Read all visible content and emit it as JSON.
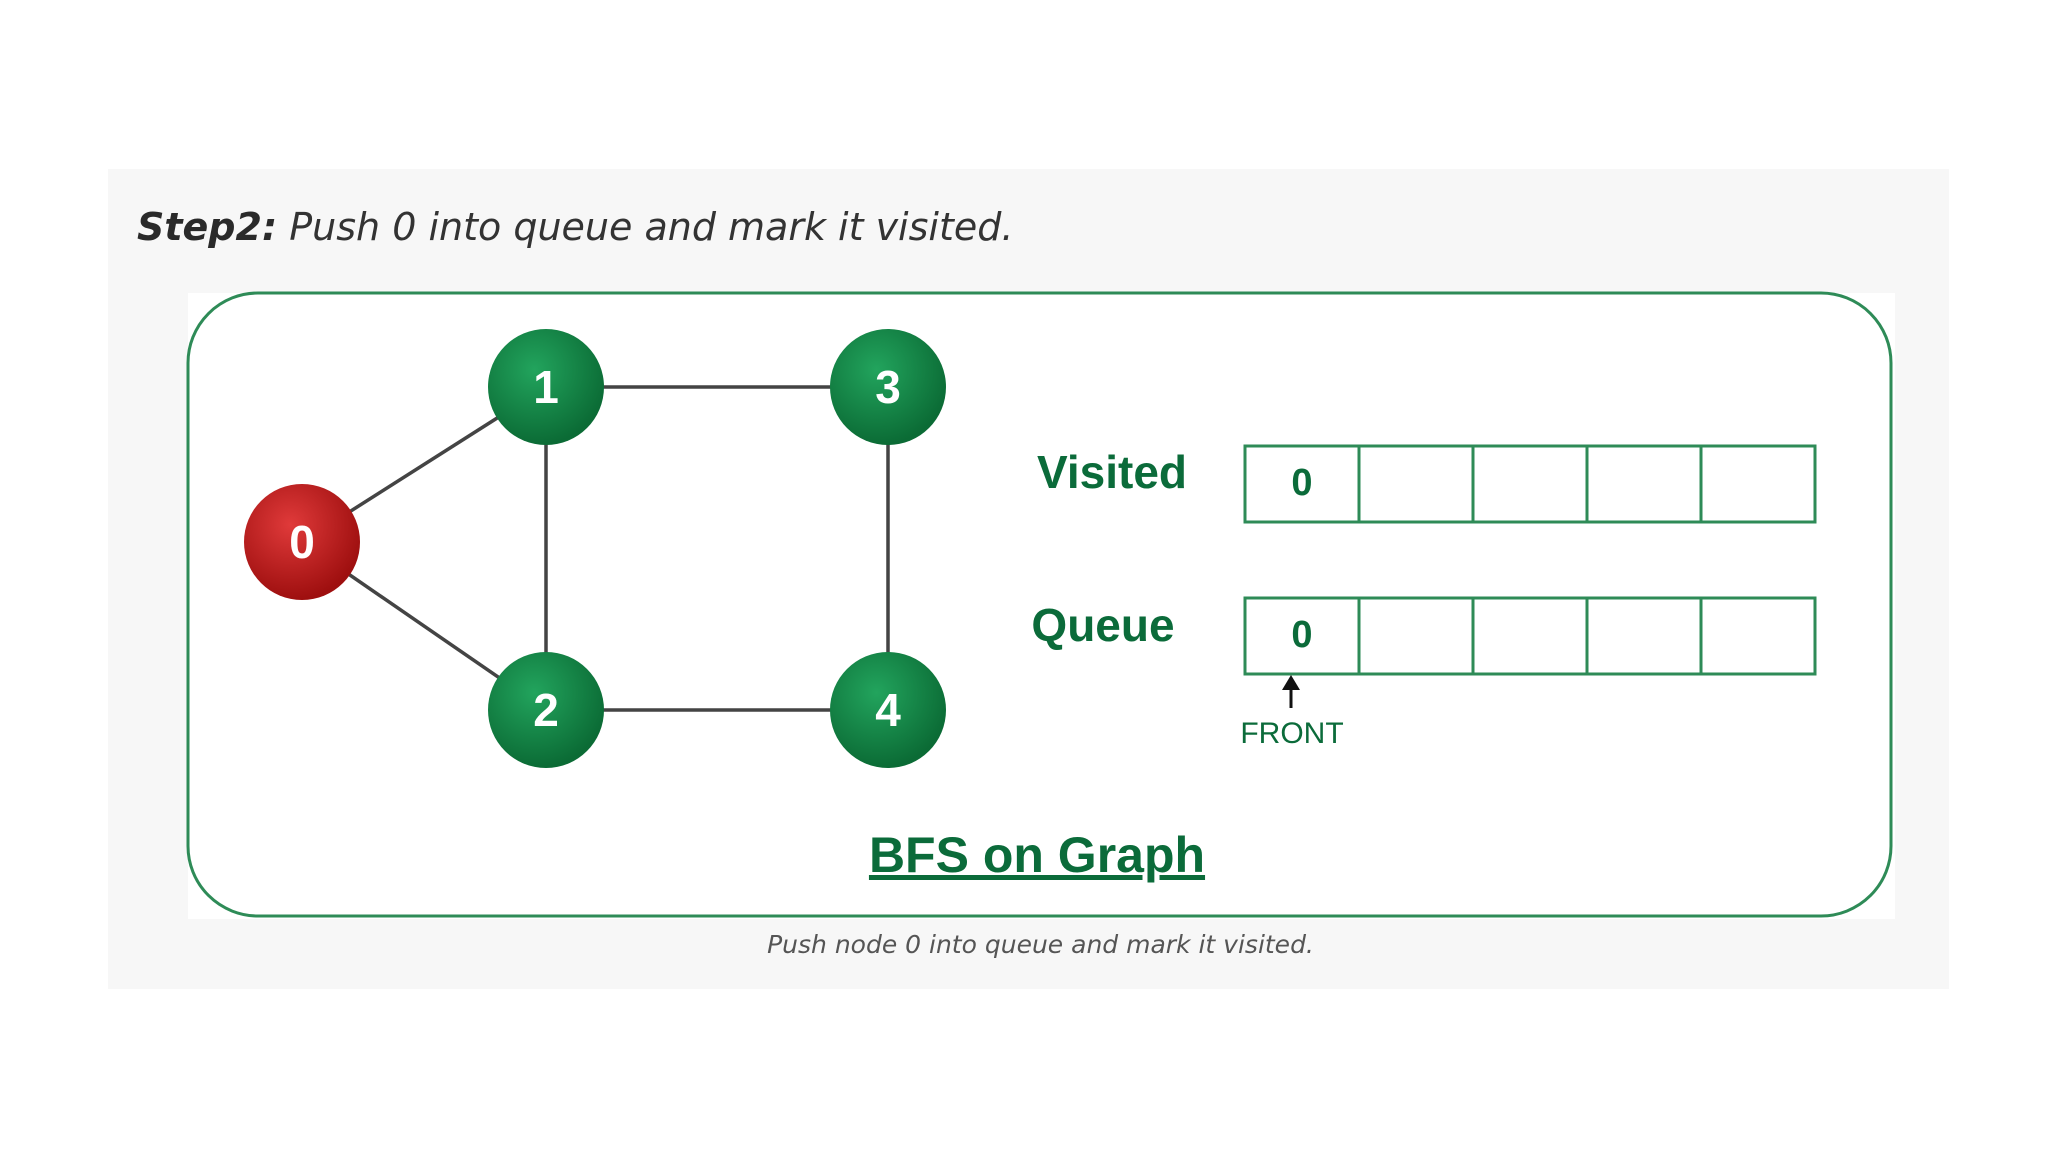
{
  "step": {
    "label": "Step2:",
    "text": " Push 0 into queue and mark it visited."
  },
  "diagram": {
    "title": "BFS on Graph",
    "colors": {
      "frame": "#2e8b57",
      "node_green_light": "#22a45d",
      "node_green_dark": "#0b6b35",
      "node_red_light": "#e03a3a",
      "node_red_dark": "#9e0f0f",
      "edge": "#444444",
      "text_green": "#0b6b3a",
      "arrow": "#111111"
    },
    "nodes": [
      {
        "id": "0",
        "label": "0",
        "state": "visited"
      },
      {
        "id": "1",
        "label": "1",
        "state": "unvisited"
      },
      {
        "id": "2",
        "label": "2",
        "state": "unvisited"
      },
      {
        "id": "3",
        "label": "3",
        "state": "unvisited"
      },
      {
        "id": "4",
        "label": "4",
        "state": "unvisited"
      }
    ],
    "edges": [
      [
        "0",
        "1"
      ],
      [
        "0",
        "2"
      ],
      [
        "1",
        "2"
      ],
      [
        "1",
        "3"
      ],
      [
        "2",
        "4"
      ],
      [
        "3",
        "4"
      ]
    ],
    "visited": {
      "label": "Visited",
      "cells": [
        "0",
        "",
        "",
        "",
        ""
      ]
    },
    "queue": {
      "label": "Queue",
      "cells": [
        "0",
        "",
        "",
        "",
        ""
      ],
      "front_label": "FRONT"
    }
  },
  "caption": "Push node 0 into queue and mark it visited."
}
